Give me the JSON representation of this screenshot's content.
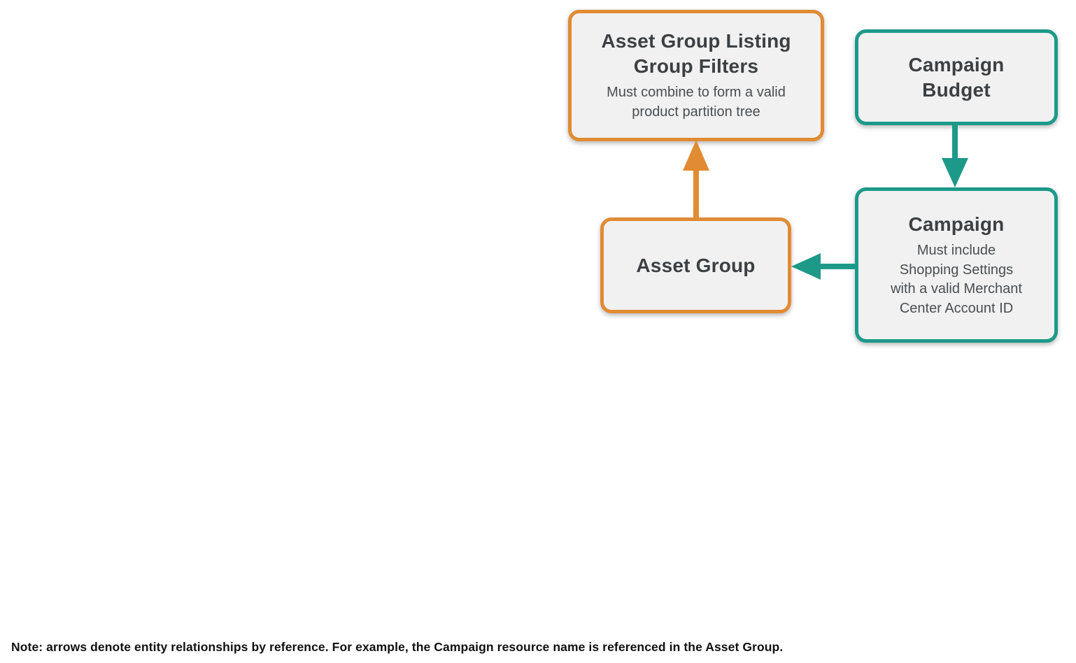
{
  "colors": {
    "orange": "#E18B33",
    "teal": "#1D998A",
    "box_bg": "#F1F1F1",
    "text": "#3C4043",
    "subtext": "#4A4E51",
    "note_text": "#111111",
    "page_bg": "#FFFFFF"
  },
  "diagram": {
    "nodes": {
      "listing_group_filters": {
        "title": "Asset Group Listing\nGroup Filters",
        "subtitle": "Must combine to form a valid\nproduct partition tree",
        "accent": "orange"
      },
      "campaign_budget": {
        "title": "Campaign\nBudget",
        "accent": "teal"
      },
      "asset_group": {
        "title": "Asset Group",
        "accent": "orange"
      },
      "campaign": {
        "title": "Campaign",
        "subtitle": "Must include\nShopping Settings\nwith a valid Merchant\nCenter Account ID",
        "accent": "teal"
      }
    },
    "arrows": [
      {
        "name": "asset-group-to-listing-group-filters",
        "color": "orange",
        "direction": "up"
      },
      {
        "name": "campaign-budget-to-campaign",
        "color": "teal",
        "direction": "down"
      },
      {
        "name": "campaign-to-asset-group",
        "color": "teal",
        "direction": "left"
      }
    ]
  },
  "note": "Note: arrows denote entity relationships by reference. For example, the Campaign resource name is referenced in the Asset Group."
}
